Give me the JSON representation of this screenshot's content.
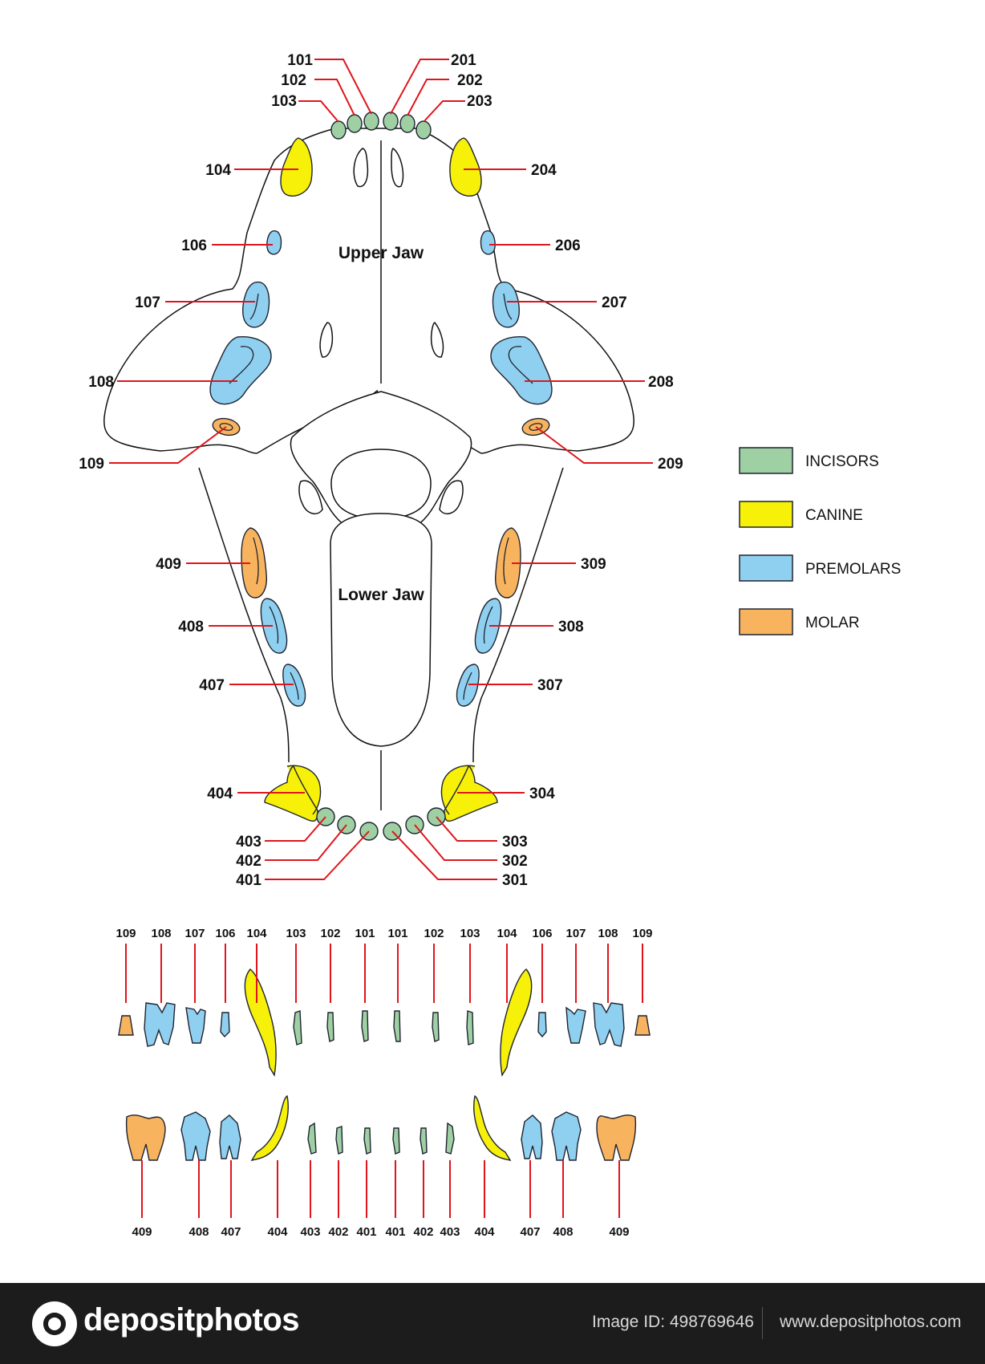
{
  "diagram": {
    "upper_jaw_title": "Upper Jaw",
    "lower_jaw_title": "Lower Jaw",
    "upper_labels": {
      "101": "101",
      "102": "102",
      "103": "103",
      "201": "201",
      "202": "202",
      "203": "203",
      "104": "104",
      "204": "204",
      "106": "106",
      "206": "206",
      "107": "107",
      "207": "207",
      "108": "108",
      "208": "208",
      "109": "109",
      "209": "209"
    },
    "lower_labels": {
      "409": "409",
      "309": "309",
      "408": "408",
      "308": "308",
      "407": "407",
      "307": "307",
      "404": "404",
      "304": "304",
      "403": "403",
      "303": "303",
      "402": "402",
      "302": "302",
      "401": "401",
      "301": "301"
    }
  },
  "legend": [
    {
      "label": "INCISORS",
      "color": "#9fd0a4"
    },
    {
      "label": "CANINE",
      "color": "#f7f008"
    },
    {
      "label": "PREMOLARS",
      "color": "#8fcfef"
    },
    {
      "label": "MOLAR",
      "color": "#f7b35e"
    }
  ],
  "colors": {
    "incisor": "#9fd0a4",
    "canine": "#f7f008",
    "premolar": "#8fcfef",
    "molar": "#f7b35e",
    "leader": "#e0151c"
  },
  "upper_row_labels": [
    "109",
    "108",
    "107",
    "106",
    "104",
    "103",
    "102",
    "101",
    "101",
    "102",
    "103",
    "104",
    "106",
    "107",
    "108",
    "109"
  ],
  "lower_row_labels": [
    "409",
    "408",
    "407",
    "404",
    "403",
    "402",
    "401",
    "401",
    "402",
    "403",
    "404",
    "407",
    "408",
    "409"
  ],
  "footer": {
    "brand": "depositphotos",
    "image_id": "Image ID: 498769646",
    "site": "www.depositphotos.com"
  }
}
